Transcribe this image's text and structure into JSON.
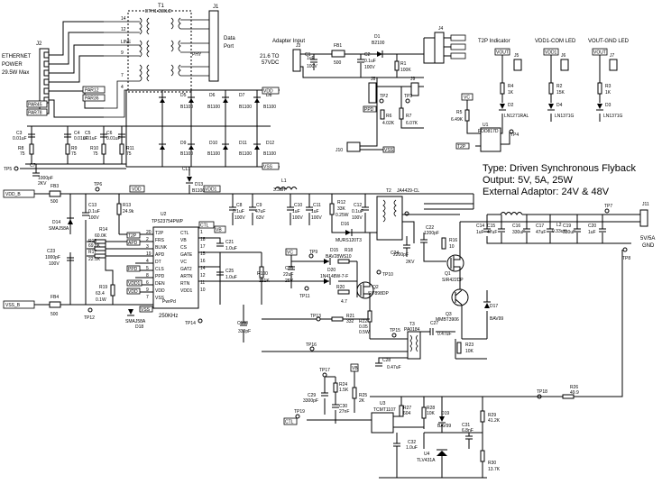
{
  "notes": {
    "type": "Type: Driven Synchronous Flyback",
    "output": "Output: 5V, 5A, 25W",
    "adaptor": "External Adaptor: 24V & 48V"
  },
  "connectors": {
    "ethernet_power": "ETHERNET",
    "ethernet_power2": "POWER",
    "ethernet_power3": "29.5W Max",
    "data_port": "Data",
    "data_port2": "Port",
    "adapter_input": "Adapter Input",
    "adapter_range1": "21.6 TO",
    "adapter_range2": "57VDC",
    "output_conn": "5V/5A",
    "output_gnd": "GND",
    "j1": "J1",
    "j2": "J2",
    "j3": "J3",
    "j4": "J4",
    "j10": "J10",
    "j11": "J11",
    "t1": "T1",
    "t1_part": "ETH1-230LD",
    "phy": "PHY"
  },
  "leds": {
    "t2p_indicator": "T2P Indicator",
    "vdd1_com": "VDD1-COM LED",
    "vout_gnd": "VOUT-GND LED"
  },
  "ic": {
    "ref": "U2",
    "part": "TPS23754PWP",
    "freq": "250KHz",
    "pins_left": [
      "T2P",
      "FRS",
      "BLNK",
      "APD",
      "DT",
      "CLS",
      "PPD",
      "DEN",
      "VDD",
      "VSS"
    ],
    "pins_right": [
      "CTL",
      "VB",
      "CS",
      "GATE",
      "VC",
      "GAT2",
      "ARTN",
      "RTN",
      "VDD1"
    ],
    "pad": "PwrPd",
    "pin_nums_left": [
      "20",
      "2",
      "3",
      "19",
      "4",
      "5",
      "8",
      "6",
      "9",
      "7"
    ],
    "pin_nums_right": [
      "1",
      "18",
      "17",
      "15",
      "16",
      "14",
      "12",
      "11",
      "10"
    ]
  },
  "labels": {
    "TP5": "TP5",
    "TP6": "TP6",
    "TP7": "TP7",
    "TP8": "TP8",
    "TP9": "TP9",
    "TP10": "TP10",
    "TP11": "TP11",
    "TP12": "TP12",
    "TP13": "TP13",
    "TP14": "TP14",
    "TP15": "TP15",
    "TP16": "TP16",
    "TP17": "TP17",
    "TP18": "TP18",
    "TP19": "TP19",
    "TP2": "TP2",
    "TP3": "TP3",
    "TP4": "TP4",
    "VDD_B": "VDD_B",
    "VSS_B": "VSS_B",
    "VDD": "VDD",
    "VSS": "VSS",
    "VDD1": "VDD1",
    "VOUT": "VOUT",
    "VC": "VC",
    "CTL": "CTL",
    "APD": "APD",
    "PPD": "PPD",
    "T2P": "T2P",
    "VB": "VB",
    "PAR12": "PAR12",
    "PAR36": "PAR36",
    "PAR45": "PAR45",
    "PAR78": "PAR78"
  },
  "components": {
    "C1": "C1",
    "C1v": "1uF",
    "C1r": "100V",
    "C2": "C2",
    "C2v": "0.1uF",
    "C2r": "100V",
    "FB1": "FB1",
    "FB1v": "500",
    "D1": "D1",
    "D1v": "B2100",
    "R1": "R1",
    "R1v": "100K",
    "R6": "R6",
    "R6v": "4.02K",
    "R7": "R7",
    "R7v": "6.07K",
    "J5": "J5",
    "J6": "J6",
    "J7": "J7",
    "J8": "J8",
    "J9": "J9",
    "R4": "R4",
    "R4v": "1K",
    "D2": "D2",
    "D2v": "LN1271RAL",
    "R5": "R5",
    "R5v": "6.49K",
    "U1": "U1",
    "U1v": "FOD817D",
    "R2": "R2",
    "R2v": "15K",
    "D4": "D4",
    "D4v": "LN1371G",
    "R3": "R3",
    "R3v": "1K",
    "D3": "D3",
    "D3v": "LN1371G",
    "D5": "D5",
    "D6": "D6",
    "D7": "D7",
    "D8": "D8",
    "D9": "D9",
    "D10": "D10",
    "D11": "D11",
    "D12": "D12",
    "Dv": "B1100",
    "C3": "C3",
    "C4": "C4",
    "C5": "C5",
    "C6": "C6",
    "Cv01": "0.01uF",
    "R8": "R8",
    "R9": "R9",
    "R10": "R10",
    "R11": "R11",
    "R75": "75",
    "C7": "C7",
    "C7v": "1000pF",
    "C7r": "2KV",
    "CL1": "CL1",
    "D13": "D13",
    "D13v": "B1100",
    "FB3": "FB3",
    "FB4": "FB4",
    "FBv": "500",
    "D14": "D14",
    "D14v": "SMAJ58A",
    "C13": "C13",
    "C13v": "0.1uF",
    "C13r": "100V",
    "C23": "C23",
    "C23v": "1000pF",
    "C23r": "100V",
    "R13": "R13",
    "R13v": "24.9k",
    "R14": "R14",
    "R14v": "60.0K",
    "R15": "R15",
    "R15v": "69.8K",
    "R17": "R17",
    "R17v": "22.1K",
    "R19": "R19",
    "R19v": "63.4",
    "R19r": "0.1W",
    "D18": "D18",
    "D18v": "SMAJ58A",
    "C21": "C21",
    "C21v": "1.0uF",
    "C25": "C25",
    "C25v": "1.0uF",
    "R100": "R100",
    "R100v": "121K",
    "C8": "C8",
    "C8v": "0.1uF",
    "C8r": "100V",
    "C9": "C9",
    "C9v": "47uF",
    "C9r": "63V",
    "L1": "L1",
    "L1v": "3.3uH",
    "C10": "C10",
    "C10v": "1uF",
    "C10r": "100V",
    "C11": "C11",
    "C11v": "1uF",
    "C11r": "100V",
    "R12": "R12",
    "R12v": "33K",
    "R12r": "0.25W",
    "C12": "C12",
    "C12v": "0.1uF",
    "C12r": "100V",
    "D16": "D16",
    "D16v": "MURS120T3",
    "T2": "T2",
    "T2v": "JA4429-CL",
    "C22": "C22",
    "C22v": "1200pF",
    "R16": "R16",
    "R16v": "10",
    "C24": "C24",
    "C24v": "2200pF",
    "C24r": "2KV",
    "D15": "D15",
    "D15v": "BAV28WS",
    "R18": "R18",
    "R18v": "10",
    "C26": "C26",
    "C26v": "22uF",
    "C26r": "25V",
    "D20": "D20",
    "D20v": "1N4148W-7-F",
    "R20": "R20",
    "R20v": "4.7",
    "Q2": "Q2",
    "Q2v": "SI7898DP",
    "R21": "R21",
    "R21v": "332",
    "R22": "R22",
    "R22v": "0.05",
    "R22r": "0.5W",
    "C100": "C100",
    "C100v": "330pF",
    "L2": "L2",
    "L2v": "0.33uH",
    "C14": "C14",
    "C14v": "1uF",
    "C15": "C15",
    "C15v": "47uF",
    "C16": "C16",
    "C16v": "330uF",
    "C17": "C17",
    "C17v": "47uF",
    "C19": "C19",
    "C19v": "330uF",
    "C20": "C20",
    "C20v": "1uF",
    "Q1": "Q1",
    "Q1v": "SIR422DP",
    "Q3": "Q3",
    "Q3v": "MMBT3906",
    "D17": "D17",
    "D17v": "BAV99",
    "C27": "C27",
    "C27v": "0.47uF",
    "R23": "R23",
    "R23v": "10K",
    "T3": "T3",
    "T3v": "PA0184",
    "C28": "C28",
    "C28v": "0.47uF",
    "R26": "R26",
    "R26v": "49.9",
    "R24": "R24",
    "R24v": "1.5K",
    "R25": "R25",
    "R25v": "2K",
    "C29": "C29",
    "C29v": "3300pF",
    "C30": "C30",
    "C30v": "27nF",
    "U3": "U3",
    "U3v": "TCMT1107",
    "R27": "R27",
    "R27v": "604",
    "R28": "R28",
    "R28v": "10K",
    "D19": "D19",
    "D19v": "BAV99",
    "C31": "C31",
    "C31v": "6.8nF",
    "R29": "R29",
    "R29v": "41.2K",
    "C32": "C32",
    "C32v": "1.0uF",
    "U4": "U4",
    "U4v": "TLV431A",
    "R30": "R30",
    "R30v": "13.7K"
  }
}
